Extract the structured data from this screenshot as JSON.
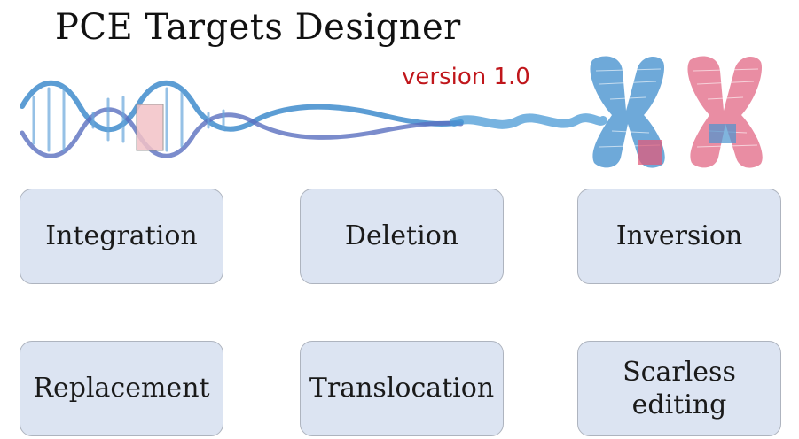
{
  "app": {
    "title": "PCE Targets Designer",
    "version": "version 1.0"
  },
  "illustration": {
    "dna_icon": "dna-helix-icon",
    "chromosome_icon": "chromosome-icon"
  },
  "buttons": {
    "integration": "Integration",
    "deletion": "Deletion",
    "inversion": "Inversion",
    "replacement": "Replacement",
    "translocation": "Translocation",
    "scarless_editing": "Scarless\nediting"
  },
  "colors": {
    "tile_background": "#dce4f2",
    "tile_border": "#aeb4bf",
    "version_text": "#c0161b",
    "blue_strand": "#3f8ccd",
    "pink_strand": "#e0607a"
  }
}
